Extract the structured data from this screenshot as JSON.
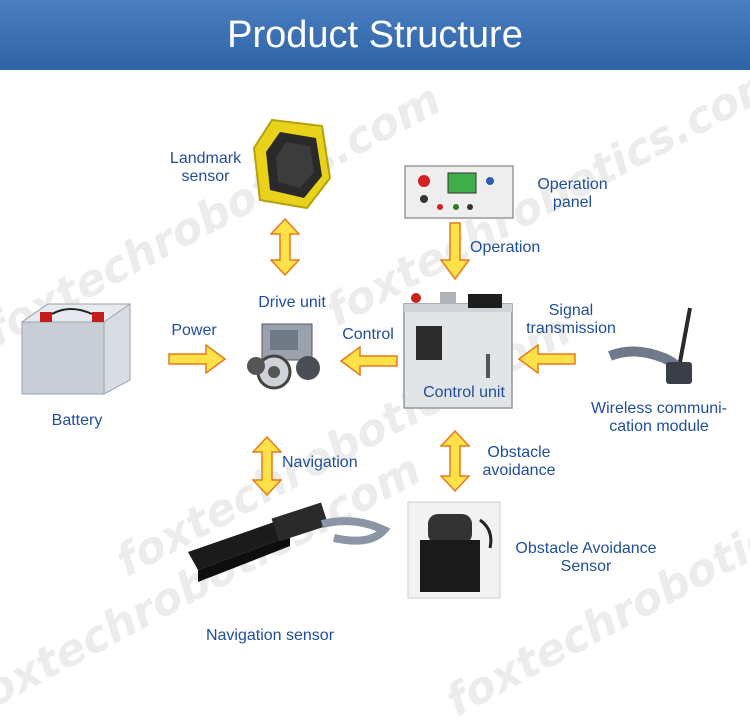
{
  "title": "Product Structure",
  "watermark": "foxtechrobotics.com",
  "labels": {
    "landmark_sensor": "Landmark\nsensor",
    "operation_panel": "Operation\npanel",
    "operation": "Operation",
    "drive_unit": "Drive unit",
    "signal_transmission": "Signal\ntransmission",
    "power": "Power",
    "control": "Control",
    "battery": "Battery",
    "control_unit": "Control unit",
    "wireless_module": "Wireless communi-\ncation module",
    "navigation": "Navigation",
    "obstacle_avoidance": "Obstacle\navoidance",
    "obstacle_sensor": "Obstacle Avoidance\nSensor",
    "navigation_sensor": "Navigation sensor"
  },
  "colors": {
    "header_bg": "#2e63a6",
    "label_text": "#1f4e9c",
    "arrow_fill": "#ffe14a",
    "arrow_stroke": "#e87a1a"
  }
}
